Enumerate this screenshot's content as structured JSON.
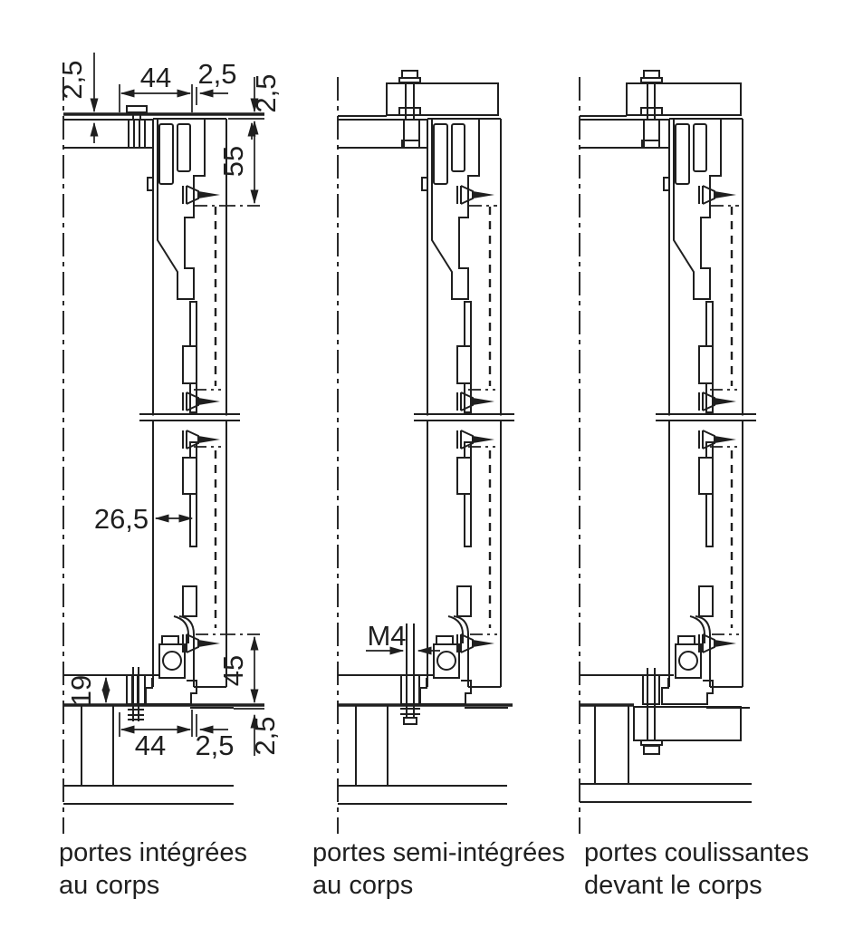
{
  "figure": {
    "captions": [
      {
        "line1": "portes intégrées",
        "line2": "au corps"
      },
      {
        "line1": "portes semi-intégrées",
        "line2": "au corps"
      },
      {
        "line1": "portes coulissantes",
        "line2": "devant le corps"
      }
    ],
    "dimensions": {
      "top_rail_offset": "2,5",
      "top_rail_width": "44",
      "top_door_gap": "2,5",
      "top_door_offset": "2,5",
      "top_runner_height": "55",
      "mid_clearance": "26,5",
      "bottom_panel_thickness": "19",
      "bottom_runner_height": "45",
      "bottom_rail_width": "44",
      "bottom_door_gap": "2,5",
      "bottom_rail_offset": "2,5",
      "screw_thread": "M4"
    },
    "colors": {
      "ink": "#1f1f1f",
      "paper": "#ffffff"
    }
  }
}
